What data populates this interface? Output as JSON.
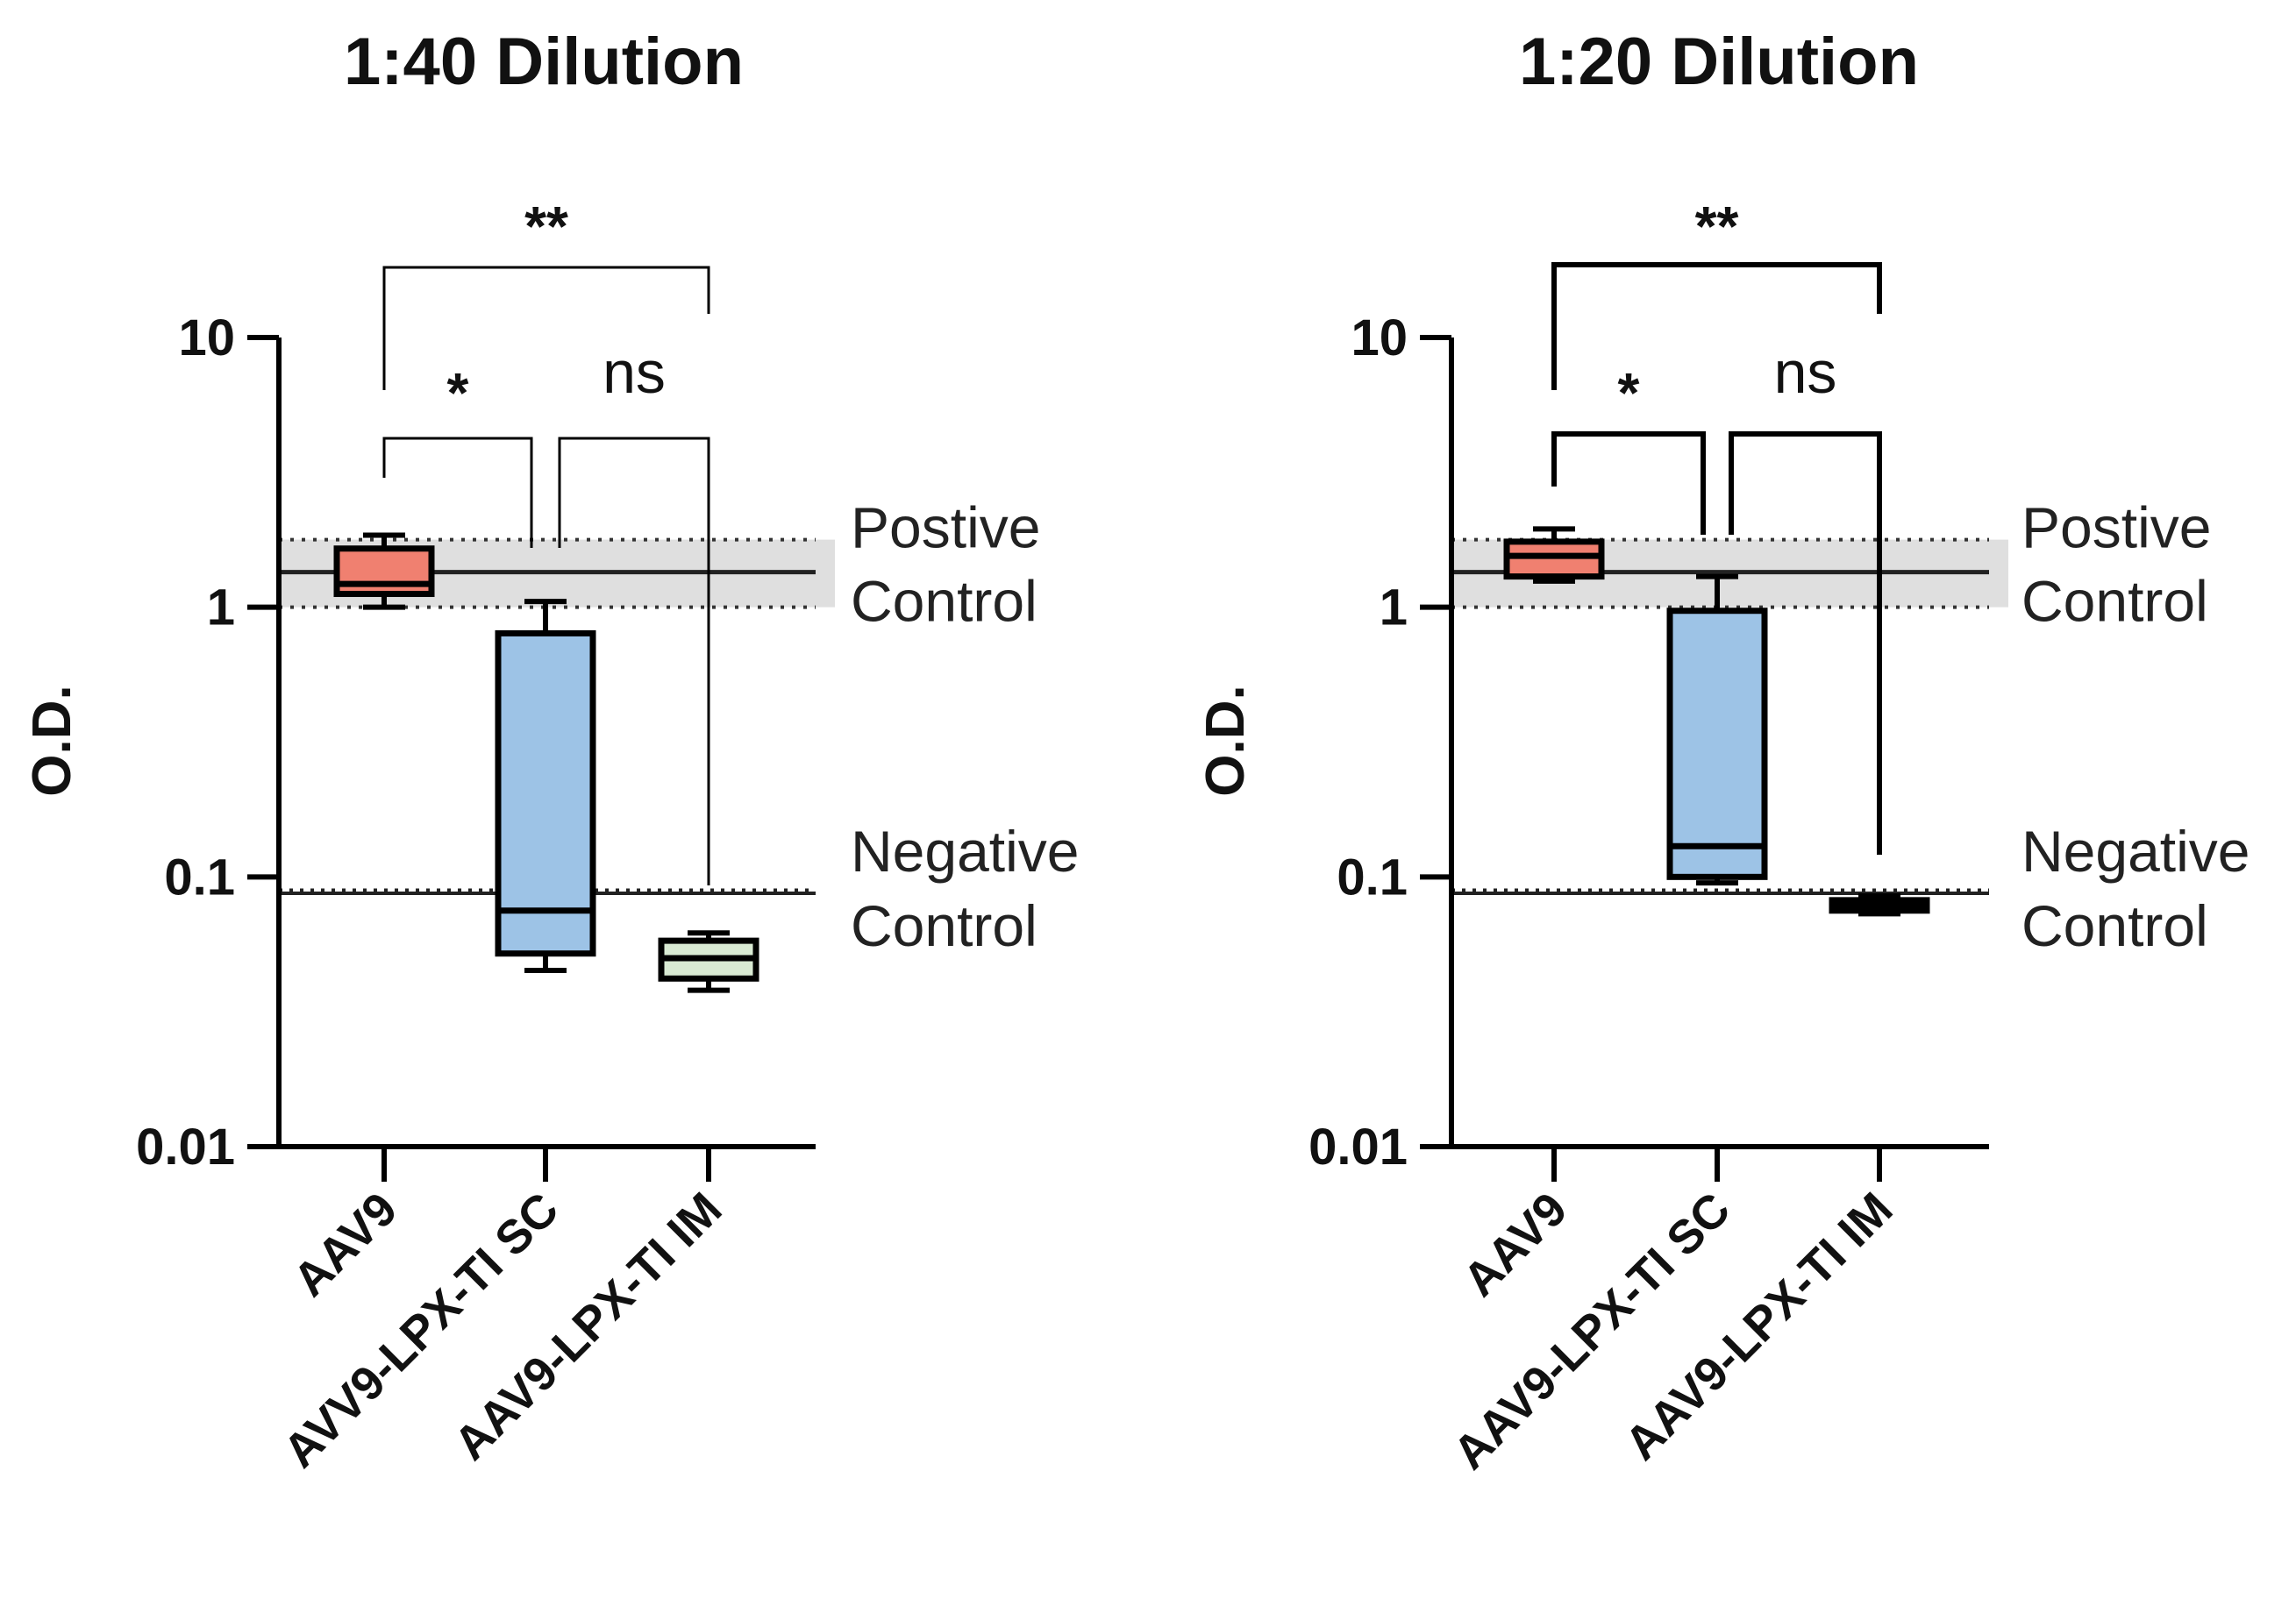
{
  "chart_data": [
    {
      "type": "box",
      "title": "1:40 Dilution",
      "ylabel": "O.D.",
      "yscale": "log",
      "ylim": [
        0.01,
        10
      ],
      "yticks": [
        "10",
        "1",
        "0.1",
        "0.01"
      ],
      "categories": [
        "AAV9",
        "AVV9-LPX-TI SC",
        "AAV9-LPX-TI IM"
      ],
      "boxes": [
        {
          "category": "AAV9",
          "min": 1.0,
          "q1": 1.12,
          "median": 1.22,
          "q3": 1.65,
          "max": 1.85,
          "color": "#f08070"
        },
        {
          "category": "AVV9-LPX-TI SC",
          "min": 0.045,
          "q1": 0.052,
          "median": 0.075,
          "q3": 0.8,
          "max": 1.05,
          "color": "#9dc3e6"
        },
        {
          "category": "AAV9-LPX-TI IM",
          "min": 0.038,
          "q1": 0.042,
          "median": 0.05,
          "q3": 0.058,
          "max": 0.062,
          "color": "#d9ead3"
        }
      ],
      "positive_control": {
        "label_line1": "Postive",
        "label_line2": "Control",
        "mean": 1.35,
        "band": [
          1.0,
          1.78
        ]
      },
      "negative_control": {
        "label_line1": "Negative",
        "label_line2": "Control",
        "mean": 0.087,
        "band": [
          0.085,
          0.09
        ]
      },
      "significance": [
        {
          "from": "AAV9",
          "to": "AVV9-LPX-TI SC",
          "label": "*"
        },
        {
          "from": "AVV9-LPX-TI SC",
          "to": "AAV9-LPX-TI IM",
          "label": "ns"
        },
        {
          "from": "AAV9",
          "to": "AAV9-LPX-TI IM",
          "label": "**"
        }
      ]
    },
    {
      "type": "box",
      "title": "1:20 Dilution",
      "ylabel": "O.D.",
      "yscale": "log",
      "ylim": [
        0.01,
        10
      ],
      "yticks": [
        "10",
        "1",
        "0.1",
        "0.01"
      ],
      "categories": [
        "AAV9",
        "AAV9-LPX-TI SC",
        "AAV9-LPX-TI IM"
      ],
      "boxes": [
        {
          "category": "AAV9",
          "min": 1.25,
          "q1": 1.3,
          "median": 1.55,
          "q3": 1.75,
          "max": 1.95,
          "color": "#f08070"
        },
        {
          "category": "AAV9-LPX-TI SC",
          "min": 0.095,
          "q1": 0.1,
          "median": 0.13,
          "q3": 0.97,
          "max": 1.3,
          "color": "#9dc3e6"
        },
        {
          "category": "AAV9-LPX-TI IM",
          "min": 0.073,
          "q1": 0.075,
          "median": 0.078,
          "q3": 0.082,
          "max": 0.085,
          "color": "#d9ead3"
        }
      ],
      "positive_control": {
        "label_line1": "Postive",
        "label_line2": "Control",
        "mean": 1.35,
        "band": [
          1.0,
          1.78
        ]
      },
      "negative_control": {
        "label_line1": "Negative",
        "label_line2": "Control",
        "mean": 0.087,
        "band": [
          0.085,
          0.09
        ]
      },
      "significance": [
        {
          "from": "AAV9",
          "to": "AAV9-LPX-TI SC",
          "label": "*"
        },
        {
          "from": "AAV9-LPX-TI SC",
          "to": "AAV9-LPX-TI IM",
          "label": "ns"
        },
        {
          "from": "AAV9",
          "to": "AAV9-LPX-TI IM",
          "label": "**"
        }
      ]
    }
  ]
}
